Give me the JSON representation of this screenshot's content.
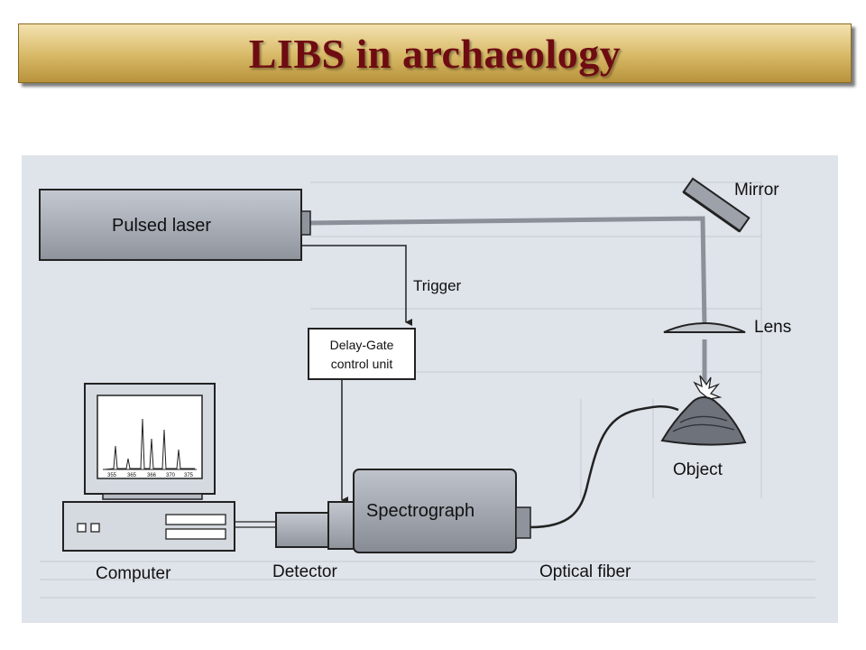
{
  "title": "LIBS in archaeology",
  "diagram": {
    "labels": {
      "pulsed_laser": "Pulsed laser",
      "mirror": "Mirror",
      "trigger": "Trigger",
      "lens": "Lens",
      "delay_gate_line1": "Delay-Gate",
      "delay_gate_line2": "control unit",
      "spectrograph": "Spectrograph",
      "object": "Object",
      "detector": "Detector",
      "computer": "Computer",
      "optical_fiber": "Optical fiber"
    },
    "screen_axis_ticks": [
      "355",
      "365",
      "366",
      "370",
      "375"
    ]
  }
}
